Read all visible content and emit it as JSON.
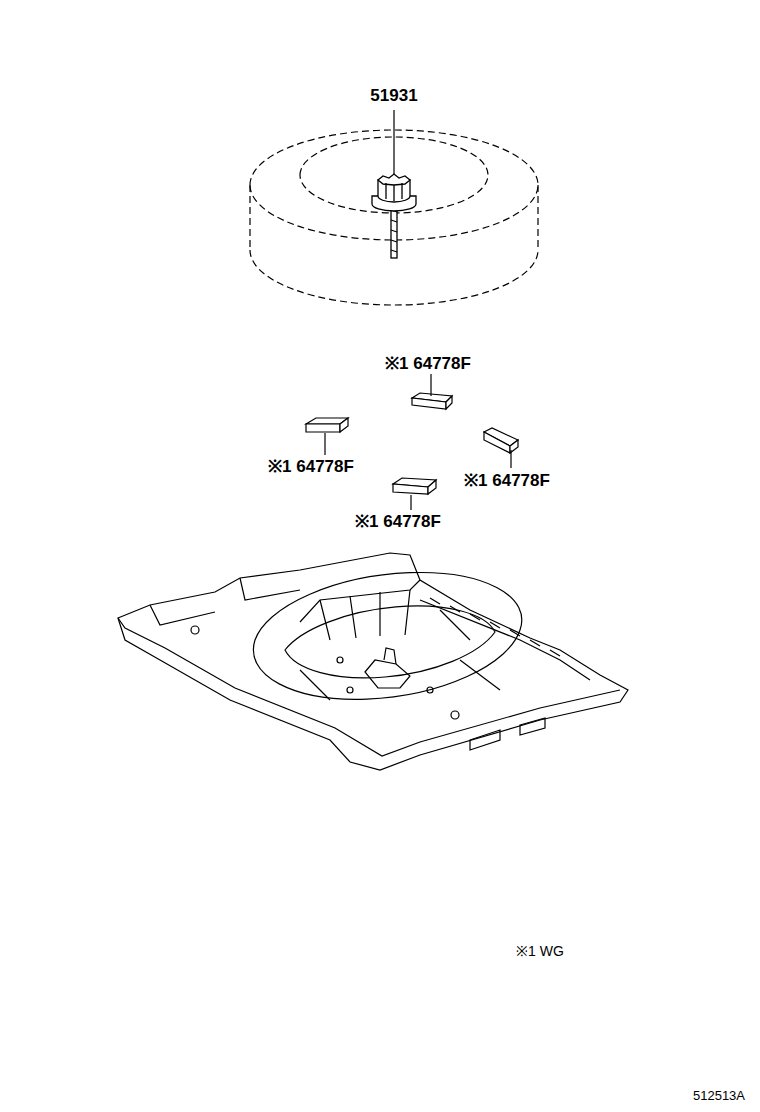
{
  "diagram": {
    "labels": [
      "51931",
      "※1 64778F",
      "※1 64778F",
      "※1 64778F",
      "※1 64778F",
      "※1 WG",
      "512513A"
    ]
  }
}
